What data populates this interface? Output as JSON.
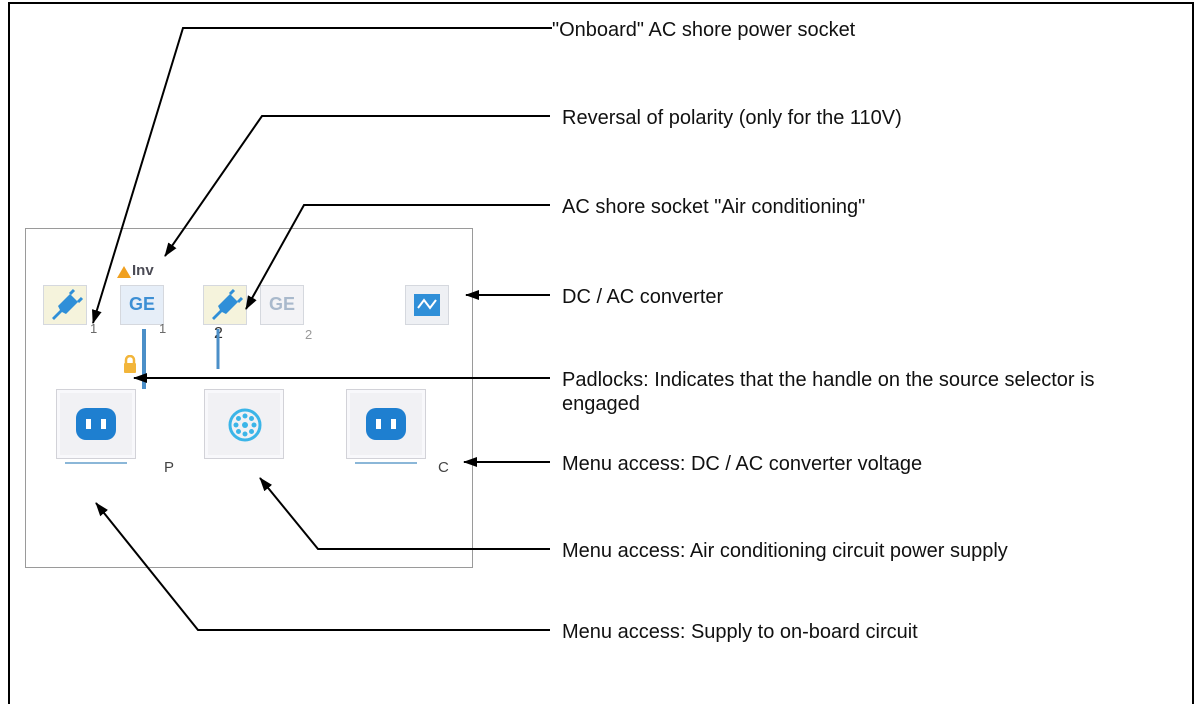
{
  "callouts": {
    "onboard_socket": "\"Onboard\" AC shore power socket",
    "polarity": "Reversal of polarity (only for the 110V)",
    "air_socket": "AC shore socket \"Air conditioning\"",
    "converter": "DC / AC converter",
    "padlocks": "Padlocks: Indicates that the handle on the source selector is engaged",
    "converter_voltage": "Menu access: DC / AC converter voltage",
    "air_supply": "Menu access: Air conditioning circuit power supply",
    "onboard_supply": "Menu access: Supply to on-board circuit"
  },
  "panel": {
    "inv_label": "Inv",
    "ge_label_1": "GE",
    "ge_label_2": "GE",
    "source_num_1": "1",
    "source_num_1b": "1",
    "source_num_2": "2",
    "source_num_2b": "2",
    "outlet_letter_p": "P",
    "outlet_letter_c": "C"
  },
  "colors": {
    "plug_blue": "#2f8fd8",
    "outlet_blue": "#1e7fd0",
    "warning_orange": "#f0a020",
    "lock_orange": "#f2b53a",
    "line_blue": "#4b8fc8"
  },
  "icons": {
    "plug": "shore-plug-icon",
    "generator": "generator-icon",
    "converter": "converter-icon",
    "warning": "warning-triangle-icon",
    "padlock": "padlock-icon",
    "outlet": "outlet-icon",
    "air_conditioning": "air-conditioning-icon"
  }
}
